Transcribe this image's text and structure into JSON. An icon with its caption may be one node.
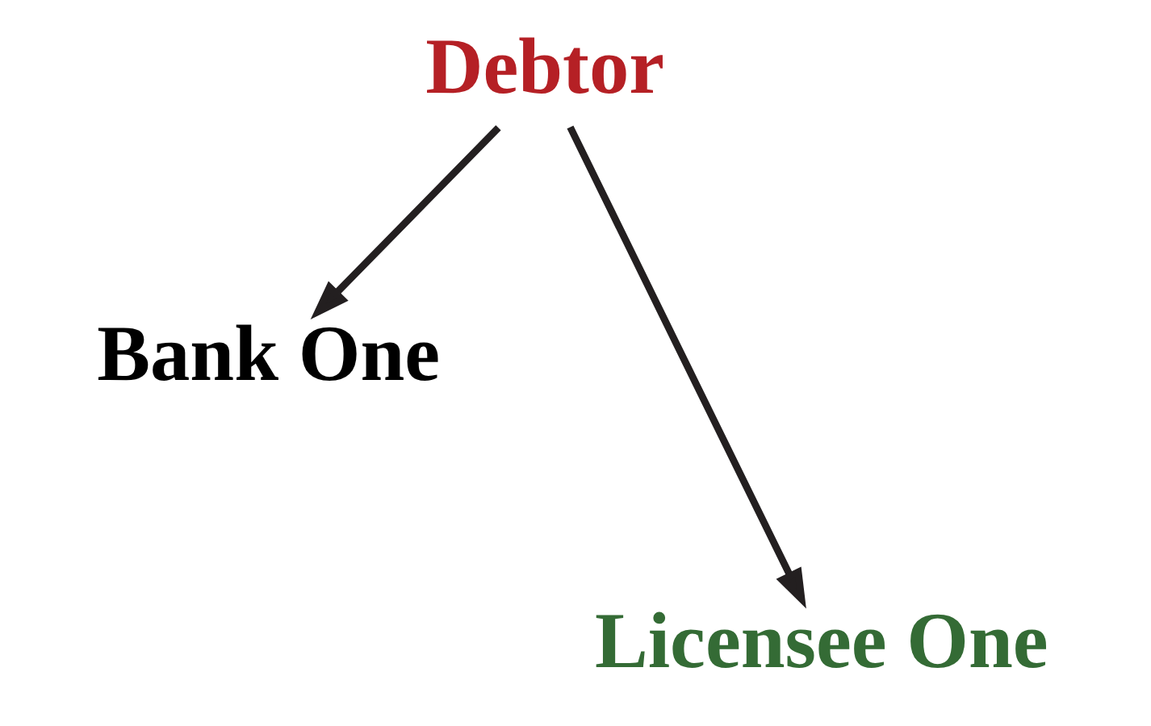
{
  "diagram": {
    "nodes": [
      {
        "text": [
          "Debtor"
        ]
      },
      {
        "text": [
          "Bank One"
        ]
      },
      {
        "text": [
          "Licensee One"
        ]
      }
    ],
    "edges": [
      {
        "from": 0,
        "to": 1,
        "arrow": "to"
      },
      {
        "from": 0,
        "to": 2,
        "arrow": "to"
      }
    ]
  }
}
